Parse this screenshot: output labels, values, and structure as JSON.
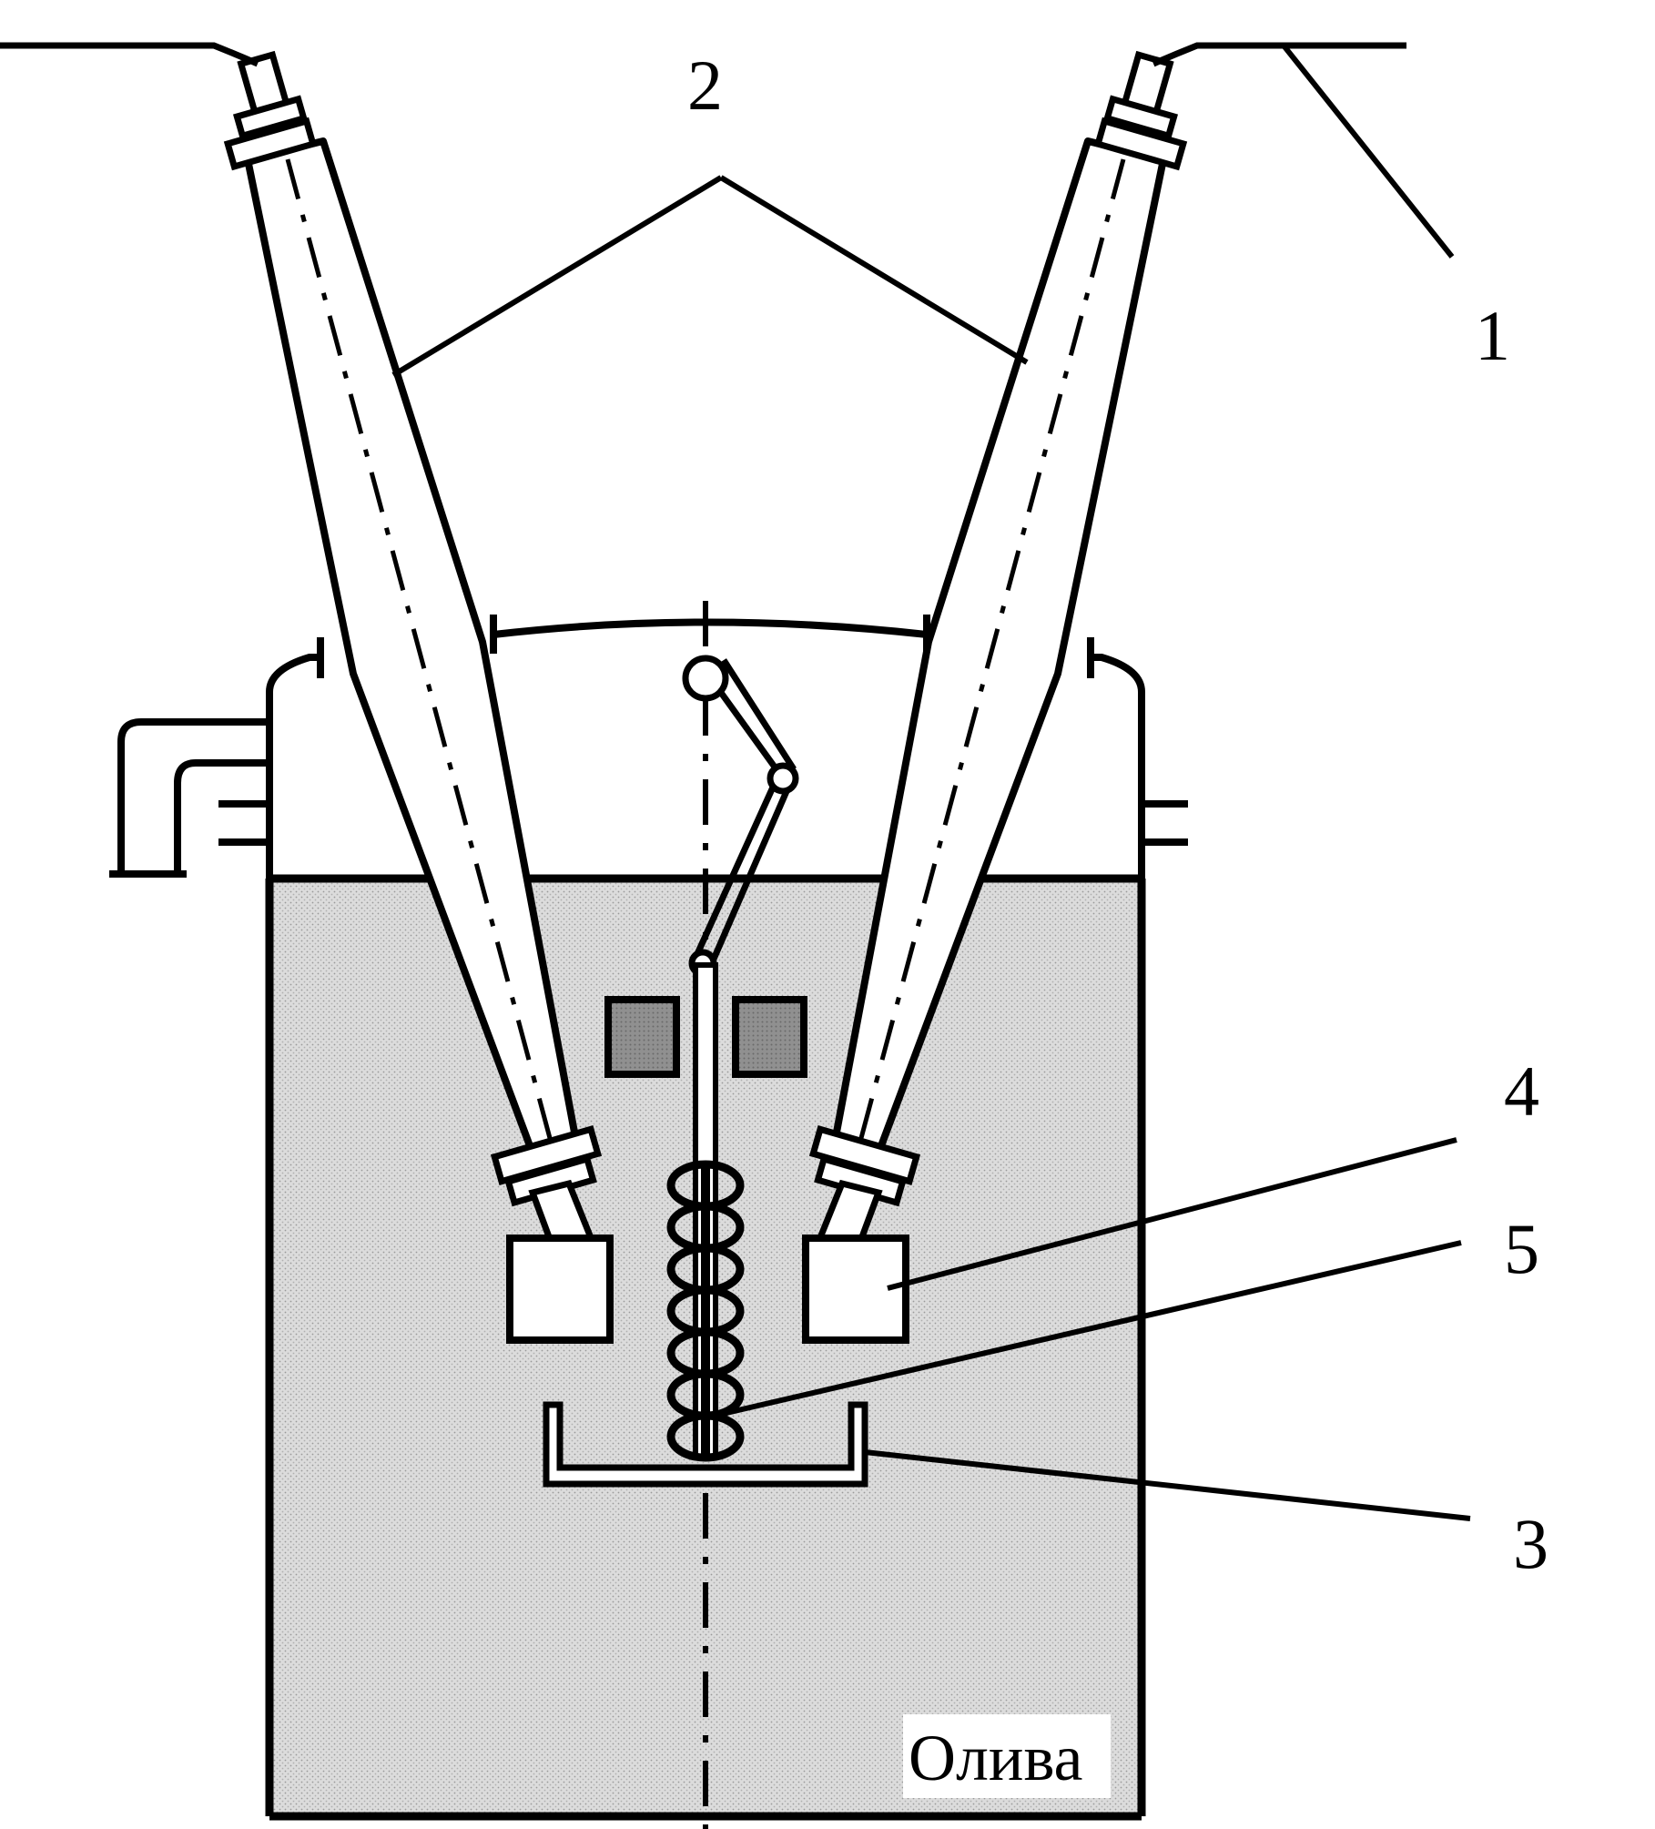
{
  "labels": {
    "l1": "1",
    "l2": "2",
    "l3": "3",
    "l4": "4",
    "l5": "5"
  },
  "oil_label": "Олива",
  "colors": {
    "line": "#000000",
    "oil_fill": "#d6d6d6",
    "shield_fill": "#8a8a8a",
    "background": "#ffffff"
  }
}
